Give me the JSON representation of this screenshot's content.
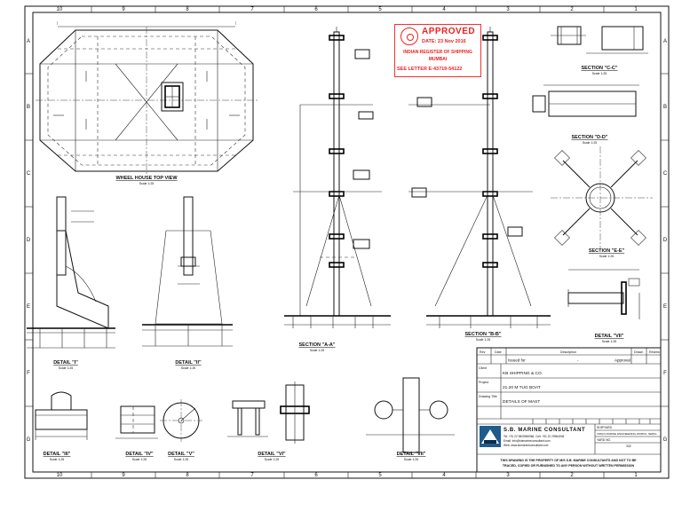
{
  "sheet": {
    "top_zone_numbers": [
      "10",
      "9",
      "8",
      "7",
      "6",
      "5",
      "4",
      "3",
      "2",
      "1"
    ],
    "side_zone_letters": [
      "A",
      "B",
      "C",
      "D",
      "E",
      "F",
      "G"
    ]
  },
  "views": {
    "wheel_house": "WHEEL HOUSE TOP VIEW",
    "section_aa": "SECTION \"A-A\"",
    "section_bb": "SECTION \"B-B\"",
    "section_cc": "SECTION \"C-C\"",
    "section_dd": "SECTION \"D-D\"",
    "section_ee": "SECTION \"E-E\"",
    "detail_i": "DETAIL \"I\"",
    "detail_ii": "DETAIL \"II\"",
    "detail_iii": "DETAIL \"III\"",
    "detail_iv": "DETAIL \"IV\"",
    "detail_v": "DETAIL \"V\"",
    "detail_vi": "DETAIL \"VI\"",
    "detail_vii": "DETAIL \"VII\"",
    "scale": "Scale 1:25"
  },
  "stamp": {
    "title": "APPROVED",
    "date": "DATE: 23 Nov 2016",
    "register": "INDIAN REGISTER OF SHIPPING",
    "city": "MUMBAI",
    "letter": "SEE LETTER  E-43719-54122",
    "color": "#e22222"
  },
  "title_block": {
    "col_rev": "Rev",
    "col_date": "Date",
    "col_description": "Description",
    "col_drawn": "Drawn",
    "col_review": "Review",
    "row_issued": "Issued for",
    "row_dash": "-",
    "row_approval": "Approval",
    "client_label": "Client",
    "client": "KB SHIPPING & CO.",
    "project_label": "Project",
    "project": "21.20 M TUG BOAT",
    "drawing_title_label": "Drawing Title",
    "drawing_title": "DETAILS OF MAST",
    "company": "S.B. MARINE CONSULTANT",
    "company_contact": "Tel: +91 22 9820966966, Cell: +91 22 29964006",
    "company_email": "Email: info@sbmarineconsultant.com",
    "company_web": "Web: www.sbmarineconsultant.com",
    "shipyard_label": "SHIPYARD",
    "shipyard": "VIRGO MARINE ENGINEERING WORKS, NERUL",
    "yard_no_label": "YARD NO.",
    "yard_no": "332",
    "footer_line1": "THIS DRAWING IS THE PROPERTY OF M/S S.B. MARINE CONSULTANTS AND NOT TO BE",
    "footer_line2": "TRACED, COPIED OR FURNISHED TO ANY PERSON WITHOUT WRITTEN PERMISSION"
  }
}
